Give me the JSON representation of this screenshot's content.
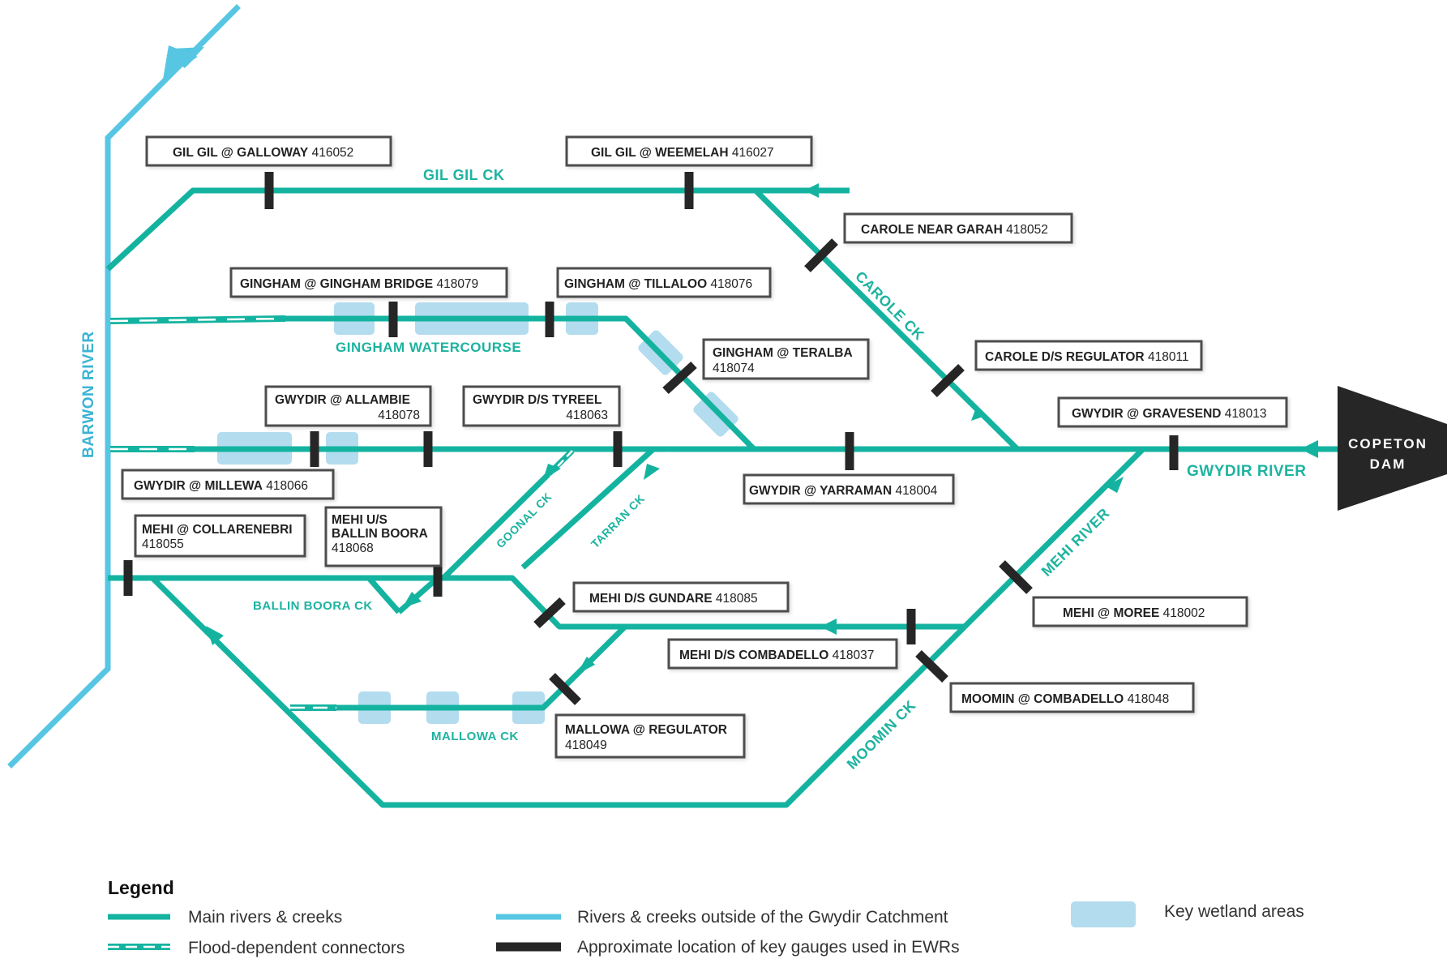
{
  "colors": {
    "main": "#14b3a0",
    "outside": "#57c6e3",
    "gauge": "#262626",
    "wetland": "#b3dcef",
    "dam": "#262626"
  },
  "rivers": {
    "gil_gil": "GIL GIL CK",
    "gingham": "GINGHAM WATERCOURSE",
    "gwydir": "GWYDIR RIVER",
    "carole": "CAROLE CK",
    "goonal": "GOONAL CK",
    "tarran": "TARRAN CK",
    "ballin_boora": "BALLIN BOORA CK",
    "mallowa": "MALLOWA CK",
    "mehi": "MEHI RIVER",
    "moomin": "MOOMIN CK",
    "barwon": "BARWON RIVER"
  },
  "dam": {
    "line1": "COPETON",
    "line2": "DAM"
  },
  "gauges": {
    "gil_gil_galloway": {
      "name": "GIL GIL @ GALLOWAY",
      "id": "416052"
    },
    "gil_gil_weemelah": {
      "name": "GIL GIL @ WEEMELAH",
      "id": "416027"
    },
    "carole_garah": {
      "name": "CAROLE NEAR GARAH",
      "id": "418052"
    },
    "gingham_bridge": {
      "name": "GINGHAM @ GINGHAM BRIDGE",
      "id": "418079"
    },
    "gingham_tillaloo": {
      "name": "GINGHAM @ TILLALOO",
      "id": "418076"
    },
    "gingham_teralba": {
      "name": "GINGHAM @ TERALBA",
      "id": "418074"
    },
    "carole_regulator": {
      "name": "CAROLE D/S REGULATOR",
      "id": "418011"
    },
    "gwydir_allambie": {
      "name": "GWYDIR @ ALLAMBIE",
      "id": "418078"
    },
    "gwydir_tyreel": {
      "name": "GWYDIR D/S TYREEL",
      "id": "418063"
    },
    "gwydir_gravesend": {
      "name": "GWYDIR @ GRAVESEND",
      "id": "418013"
    },
    "gwydir_millewa": {
      "name": "GWYDIR @ MILLEWA",
      "id": "418066"
    },
    "gwydir_yarraman": {
      "name": "GWYDIR @ YARRAMAN",
      "id": "418004"
    },
    "mehi_collarenebri": {
      "name": "MEHI @ COLLARENEBRI",
      "id": "418055"
    },
    "mehi_ballin_boora": {
      "line1": "MEHI U/S",
      "line2": "BALLIN BOORA",
      "id": "418068"
    },
    "mehi_gundare": {
      "name": "MEHI D/S GUNDARE",
      "id": "418085"
    },
    "mehi_moree": {
      "name": "MEHI @ MOREE",
      "id": "418002"
    },
    "mehi_combadello": {
      "name": "MEHI D/S COMBADELLO",
      "id": "418037"
    },
    "moomin_combadello": {
      "name": "MOOMIN @ COMBADELLO",
      "id": "418048"
    },
    "mallowa_regulator": {
      "name": "MALLOWA @ REGULATOR",
      "id": "418049"
    }
  },
  "legend": {
    "title": "Legend",
    "main": "Main rivers & creeks",
    "flood": "Flood-dependent connectors",
    "outside": "Rivers & creeks outside of the Gwydir Catchment",
    "gauges": "Approximate location of key gauges used in EWRs",
    "wetland": "Key wetland areas"
  }
}
